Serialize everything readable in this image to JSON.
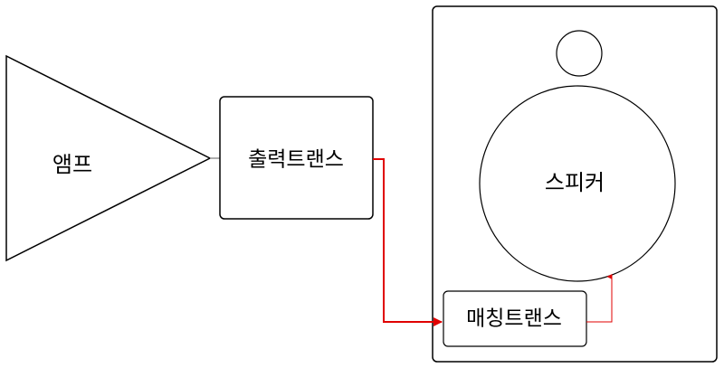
{
  "diagram": {
    "amp_label": "앰프",
    "output_transformer_label": "출력트랜스",
    "speaker_label": "스피커",
    "matching_transformer_label": "매칭트랜스"
  },
  "colors": {
    "outline": "#000000",
    "signal": "#e00000",
    "background": "#ffffff"
  }
}
